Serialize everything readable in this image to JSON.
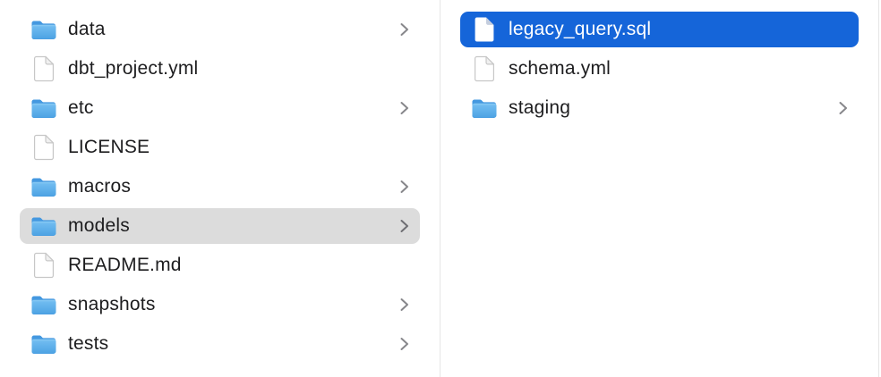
{
  "app": "finder-column-browser",
  "colors": {
    "selection_blue": "#1565d9",
    "selection_gray": "#dcdcdc",
    "divider": "#e6e6e6",
    "text": "#1d1d1f",
    "text_selected": "#ffffff",
    "chevron": "#87878b",
    "folder_blue_top": "#8ecdf4",
    "folder_blue_bottom": "#4da3e3",
    "folder_blue_back": "#4498e0"
  },
  "icons": {
    "folder": "folder-icon",
    "file": "file-icon",
    "chevron": "chevron-right-icon"
  },
  "columns": [
    {
      "name": "left",
      "items": [
        {
          "label": "data",
          "type": "folder",
          "chevron": true,
          "selected": "none"
        },
        {
          "label": "dbt_project.yml",
          "type": "file",
          "chevron": false,
          "selected": "none"
        },
        {
          "label": "etc",
          "type": "folder",
          "chevron": true,
          "selected": "none"
        },
        {
          "label": "LICENSE",
          "type": "file",
          "chevron": false,
          "selected": "none"
        },
        {
          "label": "macros",
          "type": "folder",
          "chevron": true,
          "selected": "none"
        },
        {
          "label": "models",
          "type": "folder",
          "chevron": true,
          "selected": "gray"
        },
        {
          "label": "README.md",
          "type": "file",
          "chevron": false,
          "selected": "none"
        },
        {
          "label": "snapshots",
          "type": "folder",
          "chevron": true,
          "selected": "none"
        },
        {
          "label": "tests",
          "type": "folder",
          "chevron": true,
          "selected": "none"
        }
      ]
    },
    {
      "name": "right",
      "items": [
        {
          "label": "legacy_query.sql",
          "type": "file",
          "chevron": false,
          "selected": "blue"
        },
        {
          "label": "schema.yml",
          "type": "file",
          "chevron": false,
          "selected": "none"
        },
        {
          "label": "staging",
          "type": "folder",
          "chevron": true,
          "selected": "none"
        }
      ]
    }
  ]
}
